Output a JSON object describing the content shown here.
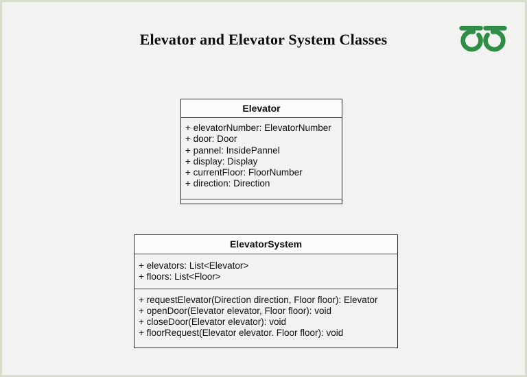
{
  "page": {
    "title": "Elevator and Elevator System Classes"
  },
  "logo": {
    "name": "geeksforgeeks-logo"
  },
  "colors": {
    "logo_green": "#2f8d46",
    "page_background": "#f2f2f0",
    "frame_border": "#d6ddca",
    "box_header_fill": "#fbfbfa",
    "box_body_fill": "#f2f2f1",
    "box_border": "#262626"
  },
  "elevator_class": {
    "name": "Elevator",
    "attributes": [
      "+ elevatorNumber: ElevatorNumber",
      "+ door: Door",
      "+ pannel: InsidePannel",
      "+ display: Display",
      "+ currentFloor: FloorNumber",
      "+ direction: Direction"
    ],
    "methods": []
  },
  "elevator_system_class": {
    "name": "ElevatorSystem",
    "attributes": [
      "+ elevators: List<Elevator>",
      "+ floors: List<Floor>"
    ],
    "methods": [
      "+ requestElevator(Direction direction, Floor floor): Elevator",
      "+ openDoor(Elevator elevator, Floor floor): void",
      "+ closeDoor(Elevator elevator): void",
      "+ floorRequest(Elevator elevator. Floor floor): void"
    ]
  }
}
